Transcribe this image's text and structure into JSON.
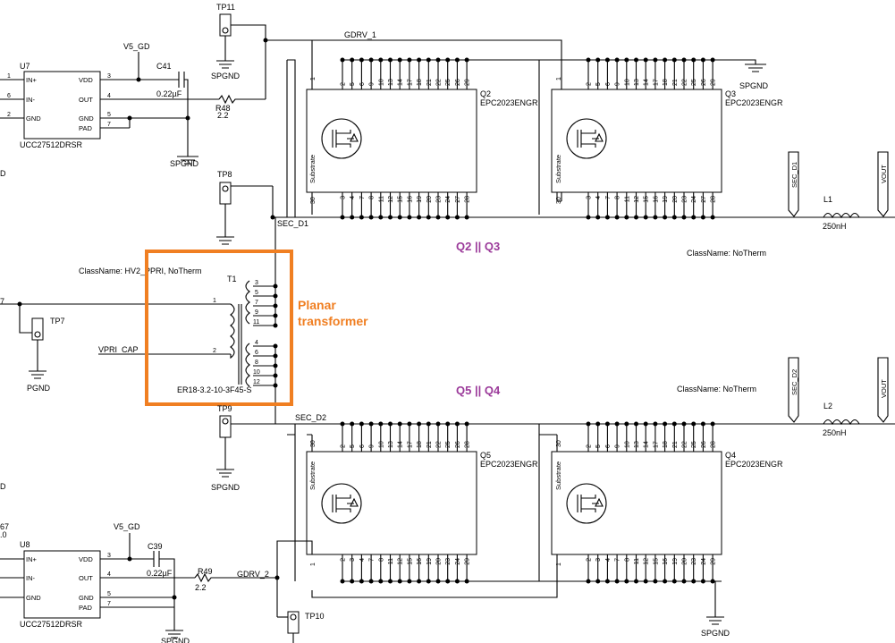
{
  "labels": {
    "u7": "U7",
    "u7_part": "UCC27512DRSR",
    "u8": "U8",
    "u8_part": "UCC27512DRSR",
    "pin_in_p": "IN+",
    "pin_in_n": "IN-",
    "pin_gnd": "GND",
    "pin_vdd": "VDD",
    "pin_out": "OUT",
    "pin_pad": "PAD",
    "v5_gd": "V5_GD",
    "c41": "C41",
    "c41_val": "0.22µF",
    "c39": "C39",
    "c39_val": "0.22µF",
    "r48": "R48",
    "r48_val": "2.2",
    "r49": "R49",
    "r49_val": "2.2",
    "spgnd": "SPGND",
    "pgnd": "PGND",
    "tp11": "TP11",
    "tp8": "TP8",
    "tp7": "TP7",
    "tp9": "TP9",
    "tp10": "TP10",
    "gdrv1": "GDRV_1",
    "gdrv2": "GDRV_2",
    "sec_d1": "SEC_D1",
    "sec_d2": "SEC_D2",
    "q2": "Q2",
    "q3": "Q3",
    "q4": "Q4",
    "q5": "Q5",
    "epc": "EPC2023ENGR",
    "substrate": "Substrate",
    "pair_top": "Q2 || Q3",
    "pair_bot": "Q5 || Q4",
    "classname_top": "ClassName: NoTherm",
    "classname_bot": "ClassName: NoTherm",
    "classname_hv": "ClassName: HV2_PPRI, NoTherm",
    "t1": "T1",
    "t1_part": "ER18-3.2-10-3F45-S",
    "vpri_cap": "VPRI_CAP",
    "l1": "L1",
    "l1_val": "250nH",
    "l2": "L2",
    "l2_val": "250nH",
    "vout": "VOUT",
    "planar": "Planar",
    "transformer": "transformer",
    "frag_67": "67",
    "frag_00": ".0",
    "frag_d": "D",
    "frag_7": "7"
  },
  "colors": {
    "wire": "#000000",
    "highlight_box": "#f07f22",
    "pair_label": "#9b3a9a"
  }
}
